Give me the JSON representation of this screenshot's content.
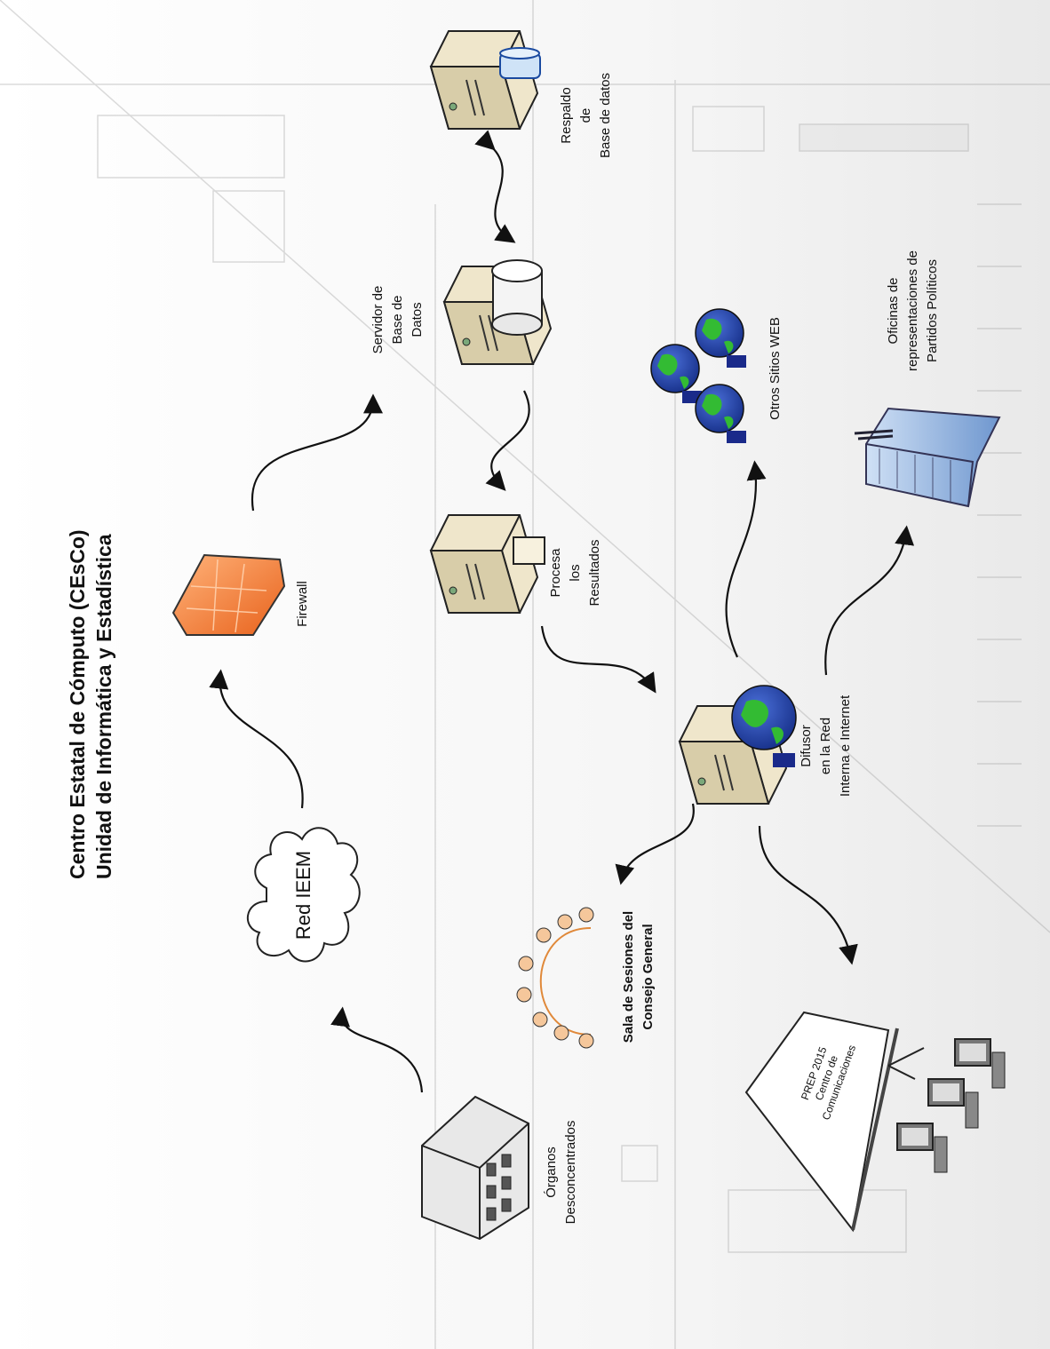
{
  "title": {
    "line1": "Centro Estatal de Cómputo (CEsCo)",
    "line2": "Unidad de Informática y Estadística"
  },
  "nodes": {
    "respaldo": [
      "Respaldo",
      "de",
      "Base de datos"
    ],
    "servidor": [
      "Servidor de",
      "Base de",
      "Datos"
    ],
    "procesa": [
      "Procesa",
      "los",
      "Resultados"
    ],
    "firewall": "Firewall",
    "red": "Red IEEM",
    "otros": "Otros Sitios WEB",
    "oficinas": [
      "Oficinas de",
      "representaciones de",
      "Partidos Políticos"
    ],
    "difusor": [
      "Difusor",
      "en la Red",
      "Interna e Internet"
    ],
    "sala": [
      "Sala de Sesiones del",
      "Consejo General"
    ],
    "organos": [
      "Órganos",
      "Desconcentrados"
    ],
    "prep": [
      "PREP 2015",
      "Centro de",
      "Comunicaciones"
    ]
  },
  "colors": {
    "firewall": "#f07a2e",
    "globe_ocean": "#2244aa",
    "globe_land": "#33bb33",
    "server": "#f2ead2",
    "building_glass": "#8fb4e0",
    "seat_ring": "#e0893a"
  },
  "icons": [
    "server-icon",
    "database-icon",
    "firewall-icon",
    "cloud-icon",
    "globe-icon",
    "building-icon",
    "meeting-table-icon",
    "projector-screen-icon",
    "computer-icon",
    "office-building-icon"
  ]
}
